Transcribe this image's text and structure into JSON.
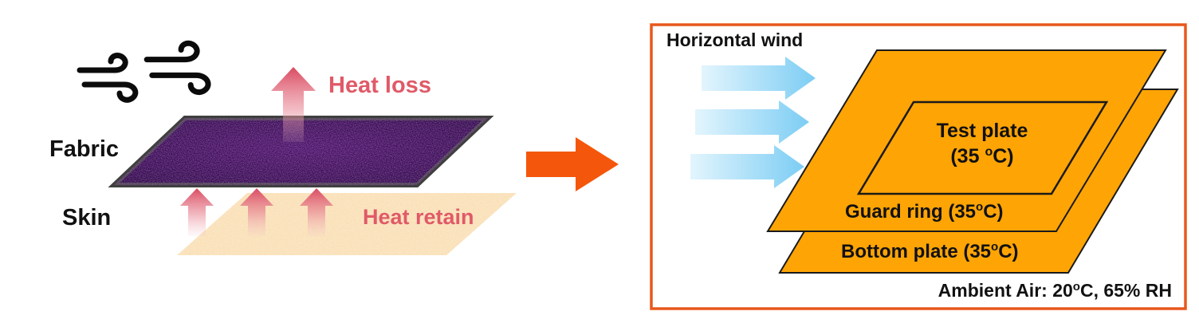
{
  "left_schematic": {
    "fabric_label": "Fabric",
    "skin_label": "Skin",
    "heat_loss_label": "Heat loss",
    "heat_retain_label": "Heat retain"
  },
  "right_apparatus": {
    "horizontal_wind_label": "Horizontal wind",
    "test_plate": {
      "line1": "Test plate",
      "temp_pre": "(35 ",
      "temp_sup": "o",
      "temp_post": "C)"
    },
    "guard_ring": {
      "pre": "Guard ring (35",
      "sup": "o",
      "post": "C)"
    },
    "bottom_plate": {
      "pre": "Bottom plate (35",
      "sup": "o",
      "post": "C)"
    },
    "ambient": {
      "pre": "Ambient Air: 20",
      "sup": "o",
      "post": "C, 65% RH"
    }
  },
  "colors": {
    "heat_pink": "#E05A68",
    "plate_orange": "#FFA405",
    "box_border": "#E8581C",
    "flow_arrow_orange": "#F4570B",
    "wind_blue_light": "#E3F5FD",
    "wind_blue": "#7CCDF4"
  }
}
